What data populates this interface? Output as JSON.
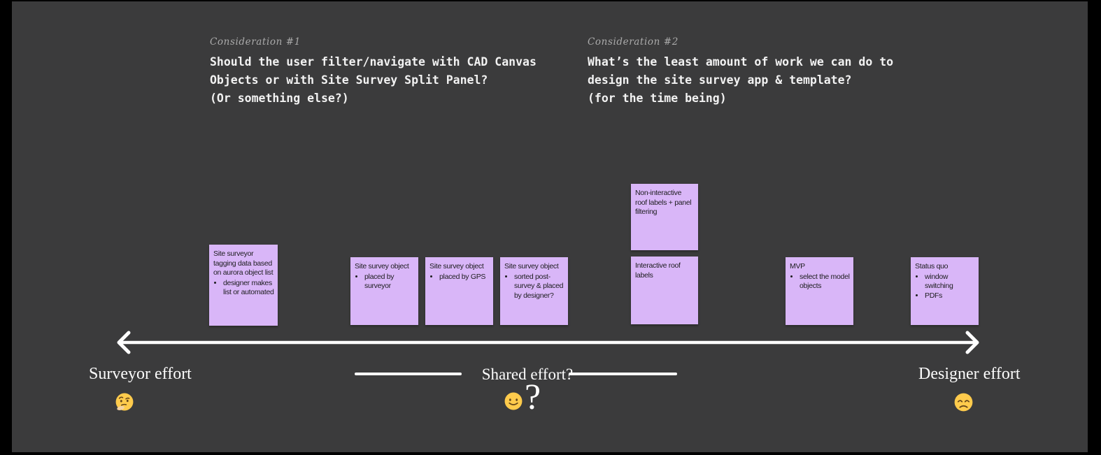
{
  "page": {
    "frame_color": "#000000",
    "canvas_color": "#3b3b3c"
  },
  "colors": {
    "sticky_note": "#d9b6f8",
    "note_text": "#1d1d1f",
    "mono_text": "#f2f2f2",
    "handwriting_text": "#ababab",
    "axis_white": "#ffffff"
  },
  "considerations": [
    {
      "label": "Consideration #1",
      "lines": [
        "Should the user filter/navigate with CAD Canvas",
        "Objects or with Site Survey Split Panel?",
        "(Or something else?)"
      ]
    },
    {
      "label": "Consideration #2",
      "lines": [
        "What’s the least amount of work we can do to",
        "design the site survey app & template?",
        "(for the time being)"
      ]
    }
  ],
  "notes": [
    {
      "title": "Site surveyor tagging data based on aurora object list",
      "bullets": [
        "designer makes list or automated"
      ]
    },
    {
      "title": "Site survey object",
      "bullets": [
        "placed by surveyor"
      ]
    },
    {
      "title": "Site survey object",
      "bullets": [
        "placed by GPS"
      ]
    },
    {
      "title": "Site survey object",
      "bullets": [
        "sorted post-survey & placed by designer?"
      ]
    },
    {
      "title": "Non-interactive roof labels + panel filtering",
      "bullets": []
    },
    {
      "title": "Interactive roof labels",
      "bullets": []
    },
    {
      "title": "MVP",
      "bullets": [
        "select the model objects"
      ]
    },
    {
      "title": "Status quo",
      "bullets": [
        "window switching",
        "PDFs"
      ]
    }
  ],
  "axis": {
    "left_label": "Surveyor effort",
    "center_label": "Shared effort?",
    "right_label": "Designer effort",
    "question_mark": "?"
  },
  "emojis": {
    "left": "thinking-face",
    "center": "slightly-smiling-face",
    "right": "disappointed-face"
  }
}
